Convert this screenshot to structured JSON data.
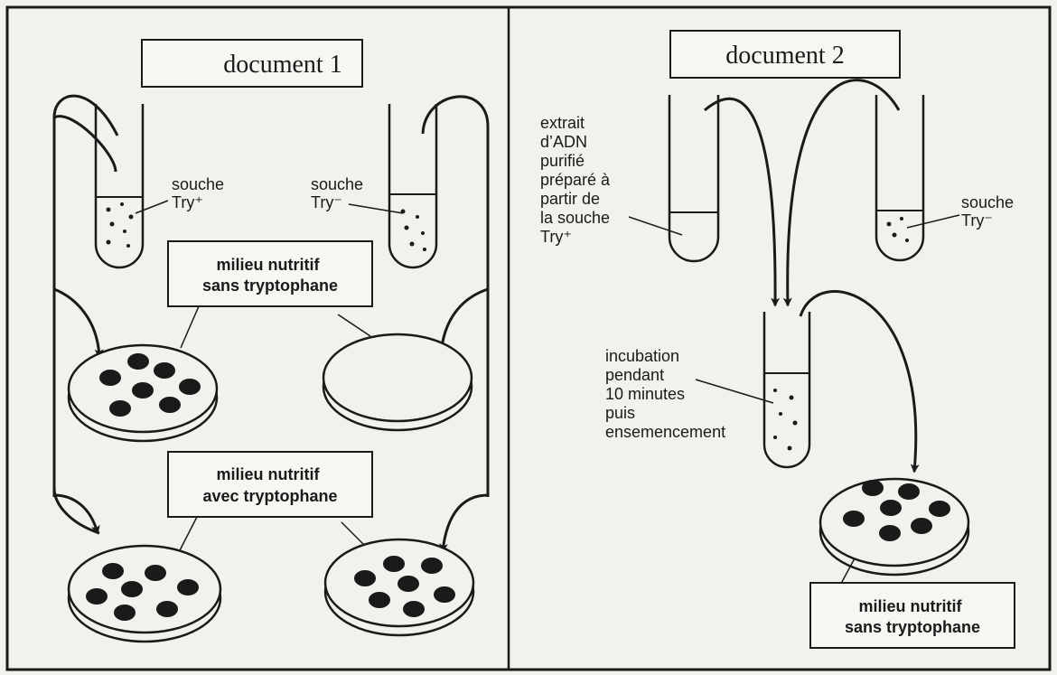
{
  "doc1": {
    "title": "document 1",
    "left_tube_label": [
      "souche",
      "Try⁺"
    ],
    "right_tube_label": [
      "souche",
      "Try⁻"
    ],
    "box_without": [
      "milieu nutritif",
      "sans tryptophane"
    ],
    "box_with": [
      "milieu nutritif",
      "avec tryptophane"
    ]
  },
  "doc2": {
    "title": "document 2",
    "extract_label": [
      "extrait",
      "d’ADN",
      "purifié",
      "préparé à",
      "partir de",
      "la souche",
      "Try⁺"
    ],
    "strain_label": [
      "souche",
      "Try⁻"
    ],
    "incubation_label": [
      "incubation",
      "pendant",
      "10 minutes",
      "puis",
      "ensemencement"
    ],
    "box_without": [
      "milieu nutritif",
      "sans tryptophane"
    ]
  },
  "colors": {
    "ink": "#1a1a1a",
    "paper": "#f3f1ec",
    "box_fill": "#f7f6f2"
  }
}
